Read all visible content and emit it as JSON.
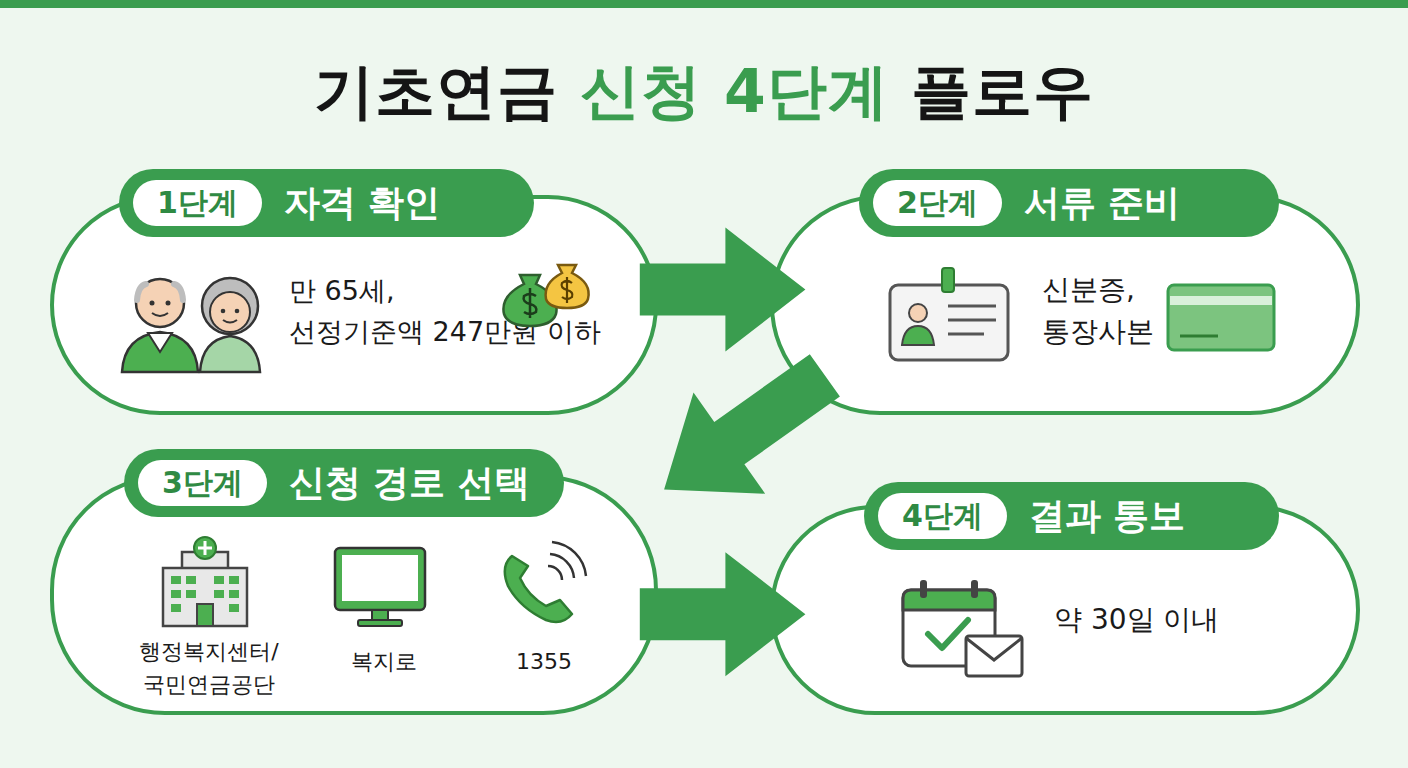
{
  "diagram": {
    "title": "기초연금 신청 4단계 플로우",
    "nodes": [
      {
        "text": [
          "1단계",
          "자격 확인",
          "만 65세, 선정기준액 247만원 이하"
        ]
      },
      {
        "text": [
          "2단계",
          "서류 준비",
          "신분증, 통장사본"
        ]
      },
      {
        "text": [
          "3단계",
          "신청 경로 선택",
          "행정복지센터/ 국민연금공단",
          "복지로",
          "1355"
        ]
      },
      {
        "text": [
          "4단계",
          "결과 통보",
          "약 30일 이내"
        ]
      }
    ],
    "edges": [
      {
        "from": 0,
        "to": 1,
        "arrow": "to"
      },
      {
        "from": 1,
        "to": 2,
        "arrow": "to"
      },
      {
        "from": 2,
        "to": 3,
        "arrow": "to"
      }
    ]
  }
}
